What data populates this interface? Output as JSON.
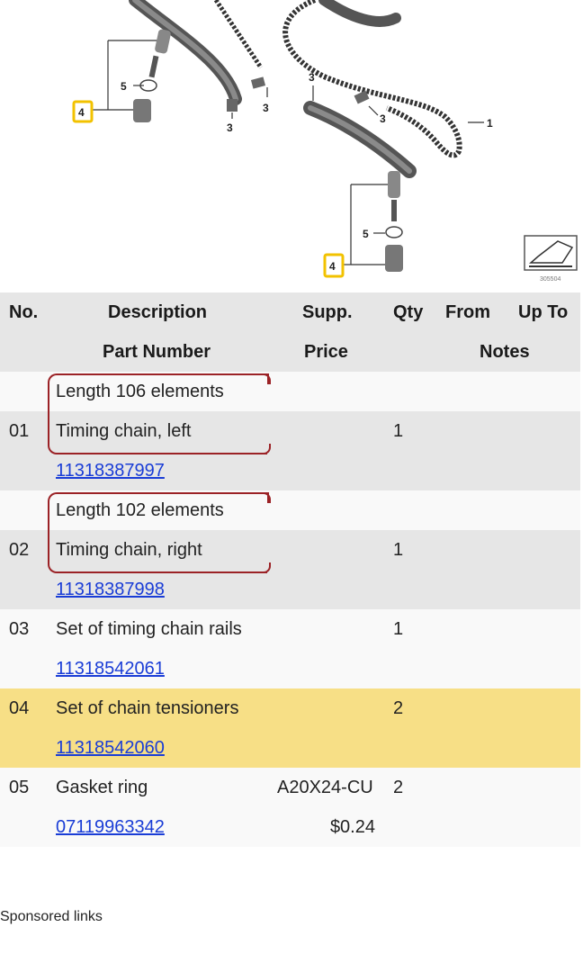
{
  "diagram": {
    "callouts": [
      "5",
      "4",
      "3",
      "3",
      "3",
      "3",
      "1",
      "5",
      "4"
    ],
    "ref_number": "305504"
  },
  "table": {
    "header1": {
      "no": "No.",
      "description": "Description",
      "supp": "Supp.",
      "qty": "Qty",
      "from": "From",
      "upto": "Up To"
    },
    "header2": {
      "part_number": "Part Number",
      "price": "Price",
      "notes": "Notes"
    },
    "items": [
      {
        "no": "01",
        "note": "Length 106 elements",
        "description": "Timing chain, left",
        "qty": "1",
        "part_number": "11318387997",
        "supp": "",
        "price": ""
      },
      {
        "no": "02",
        "note": "Length 102 elements",
        "description": "Timing chain, right",
        "qty": "1",
        "part_number": "11318387998",
        "supp": "",
        "price": ""
      },
      {
        "no": "03",
        "description": "Set of timing chain rails",
        "qty": "1",
        "part_number": "11318542061",
        "supp": "",
        "price": ""
      },
      {
        "no": "04",
        "description": "Set of chain tensioners",
        "qty": "2",
        "part_number": "11318542060",
        "supp": "",
        "price": "",
        "highlighted": true
      },
      {
        "no": "05",
        "description": "Gasket ring",
        "qty": "2",
        "part_number": "07119963342",
        "supp": "A20X24-CU",
        "price": "$0.24"
      }
    ]
  },
  "footer": {
    "sponsored": "Sponsored links"
  },
  "colors": {
    "highlight": "#f7df86",
    "row_gray": "#e6e6e6",
    "link": "#1a3dd6",
    "bracket": "#9b2226",
    "callout_box": "#f2c200"
  }
}
